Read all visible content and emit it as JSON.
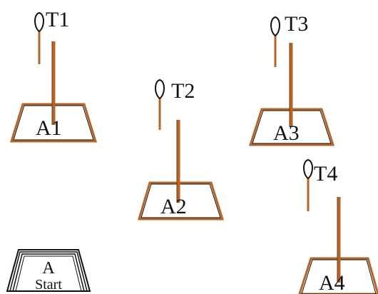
{
  "colors": {
    "rod": "#b5652a",
    "outline": "#111111",
    "thermometer_bulb": "#ffffff"
  },
  "stations": [
    {
      "base_label": "A1",
      "tool_label": "T1"
    },
    {
      "base_label": "A2",
      "tool_label": "T2"
    },
    {
      "base_label": "A3",
      "tool_label": "T3"
    },
    {
      "base_label": "A4",
      "tool_label": "T4"
    }
  ],
  "start_block": {
    "line1": "A",
    "line2": "Start"
  }
}
